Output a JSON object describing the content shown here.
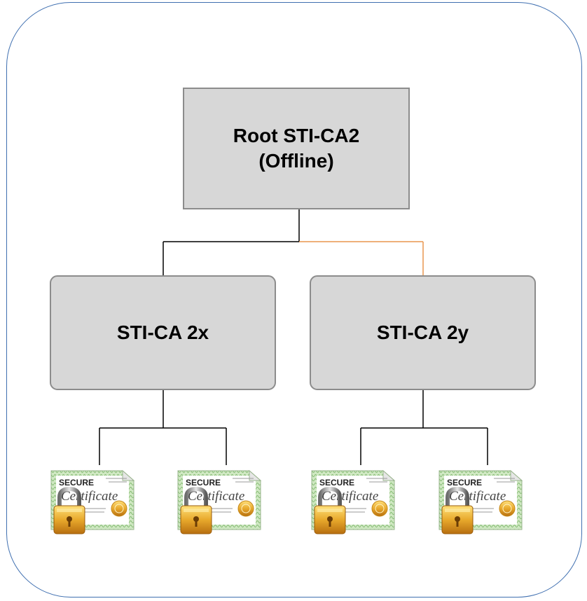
{
  "diagram": {
    "root": {
      "line1": "Root STI-CA2",
      "line2": "(Offline)"
    },
    "intermediates": [
      {
        "label": "STI-CA 2x"
      },
      {
        "label": "STI-CA 2y"
      }
    ],
    "certificate": {
      "secure_word": "SECURE",
      "title": "Certificate",
      "icon": "secure-certificate-lock-icon"
    },
    "colors": {
      "node_fill": "#d7d7d7",
      "node_border": "#8c8c8c",
      "frame": "#3f6fb0",
      "highlight_line": "#e8964f"
    }
  }
}
